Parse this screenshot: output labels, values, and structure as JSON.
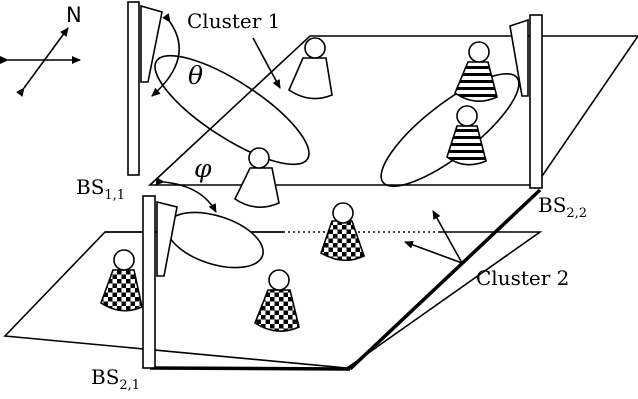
{
  "compass": {
    "north": "N",
    "icon": "compass-arrows-icon"
  },
  "labels": {
    "cluster1": "Cluster 1",
    "cluster2": "Cluster 2",
    "theta": "θ",
    "phi": "φ"
  },
  "base_stations": {
    "bs11": {
      "main": "BS",
      "sub": "1,1"
    },
    "bs21": {
      "main": "BS",
      "sub": "2,1"
    },
    "bs22": {
      "main": "BS",
      "sub": "2,2"
    }
  },
  "user_patterns": {
    "cluster1": "plain",
    "cluster2_right": "striped",
    "cluster2_lower": "checkered"
  },
  "colors": {
    "ink": "#000000",
    "paper": "#ffffff"
  }
}
